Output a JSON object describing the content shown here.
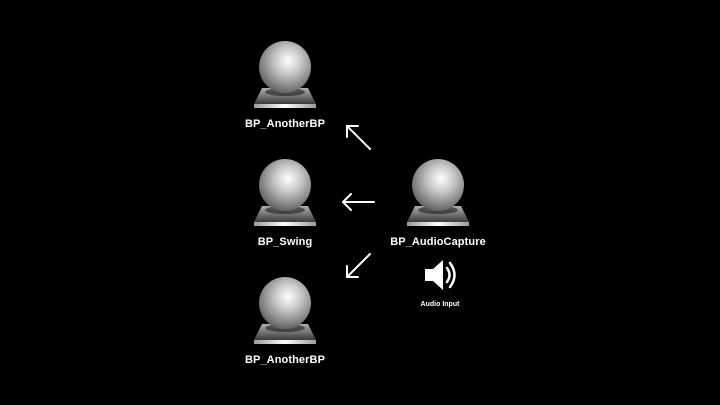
{
  "diagram": {
    "nodes": [
      {
        "id": "top",
        "label": "BP_AnotherBP"
      },
      {
        "id": "mid",
        "label": "BP_Swing"
      },
      {
        "id": "bot",
        "label": "BP_AnotherBP"
      },
      {
        "id": "src",
        "label": "BP_AudioCapture"
      }
    ],
    "audio": {
      "label": "Audio Input",
      "icon": "speaker-icon"
    },
    "colors": {
      "background": "#000000",
      "text": "#ffffff"
    }
  }
}
